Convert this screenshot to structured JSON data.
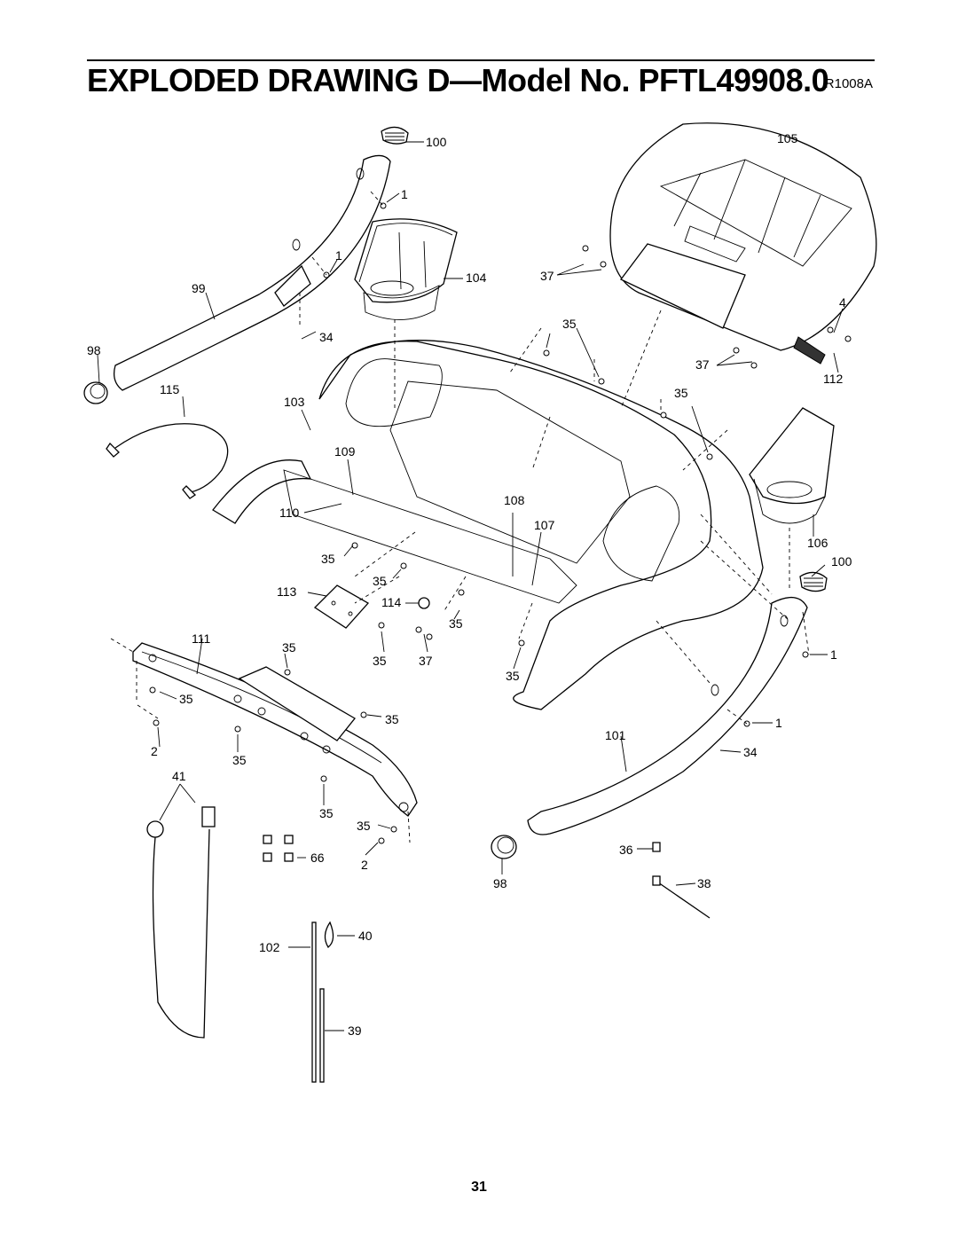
{
  "header": {
    "title": "EXPLODED DRAWING D—Model No. PFTL49908.0",
    "code": "R1008A"
  },
  "footer": {
    "page_number": "31"
  },
  "callouts": [
    "100",
    "1",
    "1",
    "105",
    "104",
    "99",
    "37",
    "4",
    "35",
    "34",
    "98",
    "37",
    "112",
    "115",
    "103",
    "35",
    "109",
    "108",
    "107",
    "110",
    "106",
    "100",
    "35",
    "35",
    "113",
    "114",
    "35",
    "111",
    "35",
    "35",
    "37",
    "35",
    "1",
    "35",
    "35",
    "1",
    "2",
    "35",
    "101",
    "34",
    "41",
    "35",
    "35",
    "2",
    "36",
    "66",
    "98",
    "38",
    "40",
    "102",
    "39"
  ]
}
